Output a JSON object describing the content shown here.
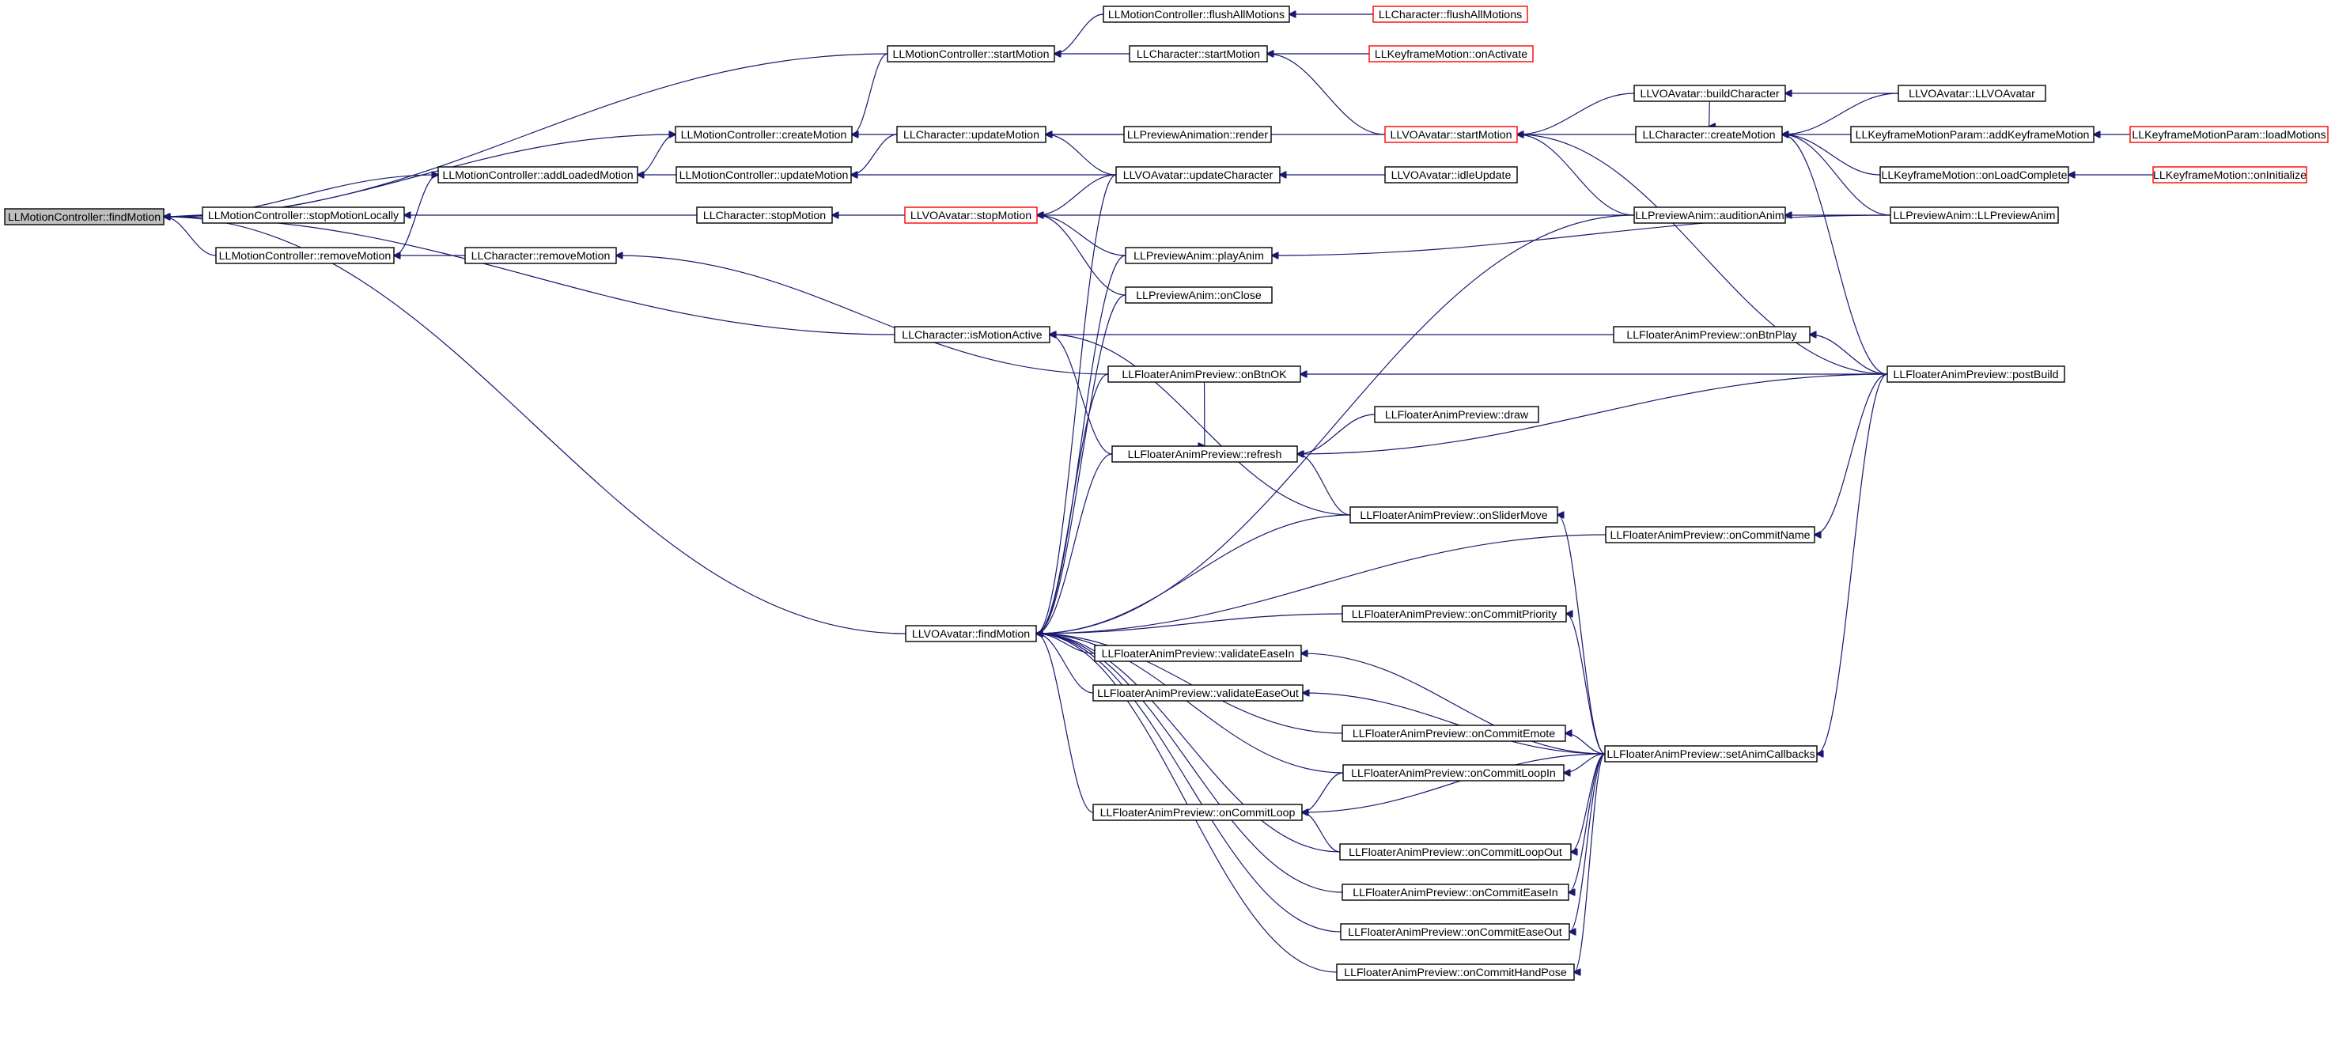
{
  "diagram": {
    "type": "call-graph",
    "root": "LLMotionController::findMotion",
    "colors": {
      "edge": "#191970",
      "node_border": "#000000",
      "truncated_node_border": "#ff0000",
      "root_fill": "#bfbfbf",
      "node_fill": "#ffffff"
    },
    "nodes": [
      {
        "id": "n0",
        "label": "LLMotionController::findMotion",
        "root": true
      },
      {
        "id": "n1",
        "label": "LLMotionController::flushAllMotions"
      },
      {
        "id": "n2",
        "label": "LLCharacter::flushAllMotions",
        "truncated": true
      },
      {
        "id": "n3",
        "label": "LLMotionController::startMotion"
      },
      {
        "id": "n4",
        "label": "LLCharacter::startMotion"
      },
      {
        "id": "n5",
        "label": "LLKeyframeMotion::onActivate",
        "truncated": true
      },
      {
        "id": "n6",
        "label": "LLVOAvatar::buildCharacter"
      },
      {
        "id": "n7",
        "label": "LLVOAvatar::LLVOAvatar"
      },
      {
        "id": "n8",
        "label": "LLMotionController::createMotion"
      },
      {
        "id": "n9",
        "label": "LLCharacter::updateMotion"
      },
      {
        "id": "n10",
        "label": "LLPreviewAnimation::render"
      },
      {
        "id": "n11",
        "label": "LLVOAvatar::startMotion",
        "truncated": true
      },
      {
        "id": "n12",
        "label": "LLCharacter::createMotion"
      },
      {
        "id": "n13",
        "label": "LLKeyframeMotionParam::addKeyframeMotion"
      },
      {
        "id": "n14",
        "label": "LLKeyframeMotionParam::loadMotions",
        "truncated": true
      },
      {
        "id": "n15",
        "label": "LLMotionController::addLoadedMotion"
      },
      {
        "id": "n16",
        "label": "LLMotionController::updateMotion"
      },
      {
        "id": "n17",
        "label": "LLVOAvatar::updateCharacter"
      },
      {
        "id": "n18",
        "label": "LLVOAvatar::idleUpdate"
      },
      {
        "id": "n19",
        "label": "LLKeyframeMotion::onLoadComplete"
      },
      {
        "id": "n20",
        "label": "LLKeyframeMotion::onInitialize",
        "truncated": true
      },
      {
        "id": "n21",
        "label": "LLMotionController::stopMotionLocally"
      },
      {
        "id": "n22",
        "label": "LLCharacter::stopMotion"
      },
      {
        "id": "n23",
        "label": "LLVOAvatar::stopMotion",
        "truncated": true
      },
      {
        "id": "n24",
        "label": "LLPreviewAnim::auditionAnim"
      },
      {
        "id": "n25",
        "label": "LLPreviewAnim::LLPreviewAnim"
      },
      {
        "id": "n26",
        "label": "LLMotionController::removeMotion"
      },
      {
        "id": "n27",
        "label": "LLCharacter::removeMotion"
      },
      {
        "id": "n28",
        "label": "LLPreviewAnim::playAnim"
      },
      {
        "id": "n29",
        "label": "LLPreviewAnim::onClose"
      },
      {
        "id": "n30",
        "label": "LLCharacter::isMotionActive"
      },
      {
        "id": "n31",
        "label": "LLFloaterAnimPreview::onBtnPlay"
      },
      {
        "id": "n32",
        "label": "LLFloaterAnimPreview::onBtnOK"
      },
      {
        "id": "n33",
        "label": "LLFloaterAnimPreview::postBuild"
      },
      {
        "id": "n34",
        "label": "LLFloaterAnimPreview::draw"
      },
      {
        "id": "n35",
        "label": "LLFloaterAnimPreview::refresh"
      },
      {
        "id": "n36",
        "label": "LLFloaterAnimPreview::onSliderMove"
      },
      {
        "id": "n37",
        "label": "LLFloaterAnimPreview::onCommitName"
      },
      {
        "id": "n38",
        "label": "LLFloaterAnimPreview::onCommitPriority"
      },
      {
        "id": "n39",
        "label": "LLVOAvatar::findMotion"
      },
      {
        "id": "n40",
        "label": "LLFloaterAnimPreview::validateEaseIn"
      },
      {
        "id": "n41",
        "label": "LLFloaterAnimPreview::validateEaseOut"
      },
      {
        "id": "n42",
        "label": "LLFloaterAnimPreview::onCommitEmote"
      },
      {
        "id": "n43",
        "label": "LLFloaterAnimPreview::setAnimCallbacks"
      },
      {
        "id": "n44",
        "label": "LLFloaterAnimPreview::onCommitLoopIn"
      },
      {
        "id": "n45",
        "label": "LLFloaterAnimPreview::onCommitLoop"
      },
      {
        "id": "n46",
        "label": "LLFloaterAnimPreview::onCommitLoopOut"
      },
      {
        "id": "n47",
        "label": "LLFloaterAnimPreview::onCommitEaseIn"
      },
      {
        "id": "n48",
        "label": "LLFloaterAnimPreview::onCommitEaseOut"
      },
      {
        "id": "n49",
        "label": "LLFloaterAnimPreview::onCommitHandPose"
      }
    ],
    "edges": [
      [
        "n0",
        "n3"
      ],
      [
        "n0",
        "n8"
      ],
      [
        "n0",
        "n15"
      ],
      [
        "n0",
        "n21"
      ],
      [
        "n0",
        "n26"
      ],
      [
        "n0",
        "n30"
      ],
      [
        "n0",
        "n39"
      ],
      [
        "n3",
        "n1"
      ],
      [
        "n3",
        "n4"
      ],
      [
        "n1",
        "n2"
      ],
      [
        "n4",
        "n5"
      ],
      [
        "n4",
        "n11"
      ],
      [
        "n11",
        "n6"
      ],
      [
        "n11",
        "n24"
      ],
      [
        "n11",
        "n33"
      ],
      [
        "n6",
        "n7"
      ],
      [
        "n8",
        "n3"
      ],
      [
        "n8",
        "n15"
      ],
      [
        "n8",
        "n12"
      ],
      [
        "n12",
        "n6"
      ],
      [
        "n12",
        "n7"
      ],
      [
        "n12",
        "n13"
      ],
      [
        "n12",
        "n19"
      ],
      [
        "n12",
        "n25"
      ],
      [
        "n12",
        "n33"
      ],
      [
        "n13",
        "n14"
      ],
      [
        "n19",
        "n20"
      ],
      [
        "n15",
        "n16"
      ],
      [
        "n15",
        "n26"
      ],
      [
        "n16",
        "n9"
      ],
      [
        "n16",
        "n17"
      ],
      [
        "n9",
        "n10"
      ],
      [
        "n9",
        "n17"
      ],
      [
        "n17",
        "n18"
      ],
      [
        "n21",
        "n22"
      ],
      [
        "n22",
        "n23"
      ],
      [
        "n23",
        "n17"
      ],
      [
        "n23",
        "n24"
      ],
      [
        "n23",
        "n28"
      ],
      [
        "n23",
        "n29"
      ],
      [
        "n24",
        "n25"
      ],
      [
        "n26",
        "n27"
      ],
      [
        "n27",
        "n32"
      ],
      [
        "n28",
        "n25"
      ],
      [
        "n30",
        "n31"
      ],
      [
        "n30",
        "n35"
      ],
      [
        "n30",
        "n36"
      ],
      [
        "n31",
        "n33"
      ],
      [
        "n32",
        "n33"
      ],
      [
        "n35",
        "n34"
      ],
      [
        "n35",
        "n33"
      ],
      [
        "n35",
        "n36"
      ],
      [
        "n35",
        "n32"
      ],
      [
        "n36",
        "n43"
      ],
      [
        "n37",
        "n33"
      ],
      [
        "n38",
        "n43"
      ],
      [
        "n39",
        "n17"
      ],
      [
        "n39",
        "n28"
      ],
      [
        "n39",
        "n29"
      ],
      [
        "n39",
        "n32"
      ],
      [
        "n39",
        "n35"
      ],
      [
        "n39",
        "n36"
      ],
      [
        "n39",
        "n37"
      ],
      [
        "n39",
        "n38"
      ],
      [
        "n39",
        "n40"
      ],
      [
        "n39",
        "n41"
      ],
      [
        "n39",
        "n42"
      ],
      [
        "n39",
        "n44"
      ],
      [
        "n39",
        "n45"
      ],
      [
        "n39",
        "n46"
      ],
      [
        "n39",
        "n47"
      ],
      [
        "n39",
        "n48"
      ],
      [
        "n39",
        "n49"
      ],
      [
        "n39",
        "n24"
      ],
      [
        "n40",
        "n43"
      ],
      [
        "n41",
        "n43"
      ],
      [
        "n42",
        "n43"
      ],
      [
        "n44",
        "n43"
      ],
      [
        "n45",
        "n43"
      ],
      [
        "n45",
        "n44"
      ],
      [
        "n45",
        "n46"
      ],
      [
        "n46",
        "n43"
      ],
      [
        "n47",
        "n43"
      ],
      [
        "n48",
        "n43"
      ],
      [
        "n49",
        "n43"
      ],
      [
        "n43",
        "n33"
      ]
    ]
  }
}
